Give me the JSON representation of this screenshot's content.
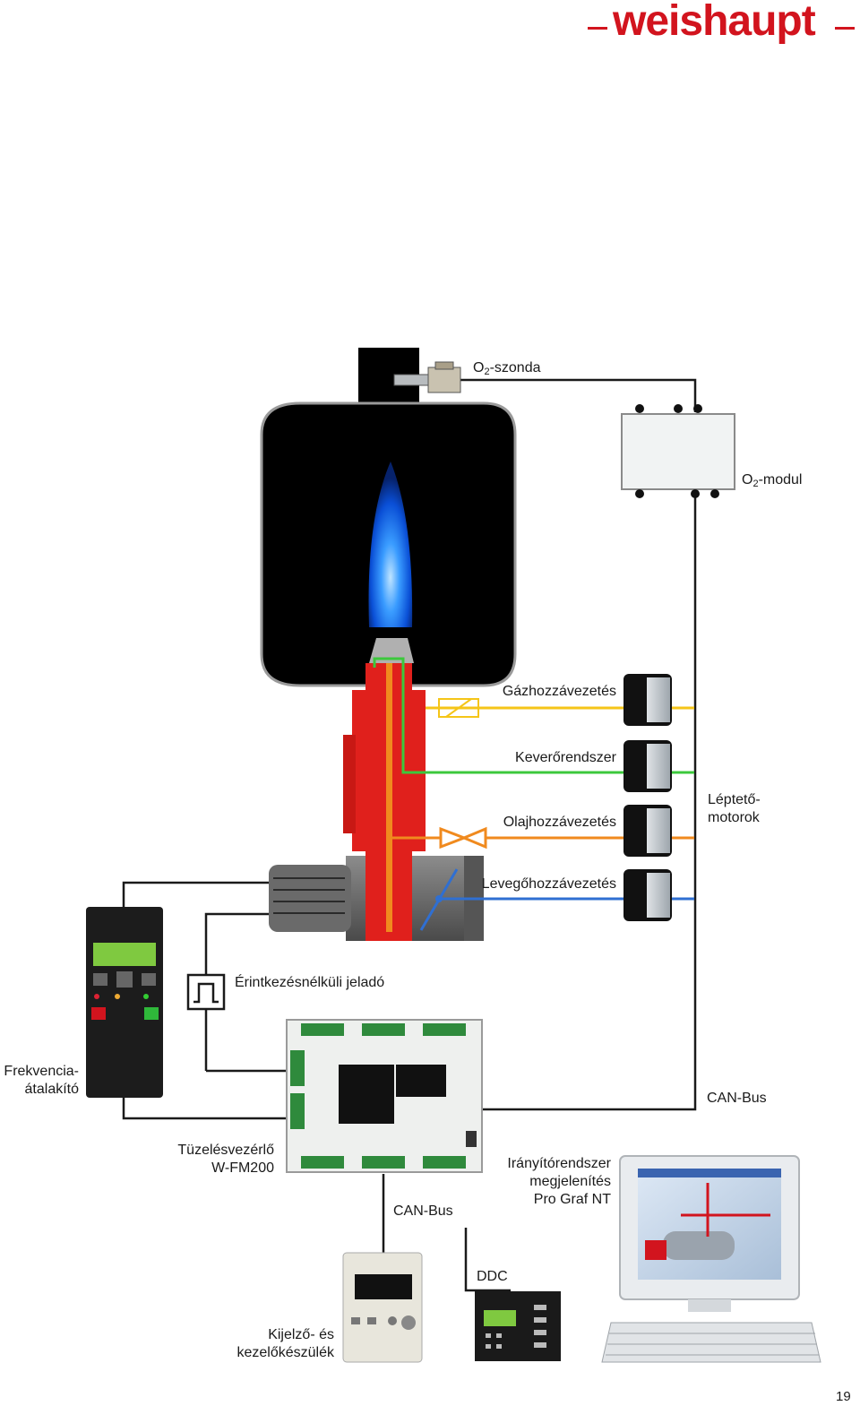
{
  "brand": {
    "name": "weishaupt",
    "color": "#d2141e"
  },
  "labels": {
    "o2_probe": "O",
    "o2_probe_sub": "2",
    "o2_probe_suffix": "-szonda",
    "o2_module": "O",
    "o2_module_sub": "2",
    "o2_module_suffix": "-modul",
    "gas_supply": "Gázhozzávezetés",
    "mixing_system": "Keverőrendszer",
    "oil_supply": "Olajhozzávezetés",
    "air_supply": "Levegőhozzávezetés",
    "stepper_motors_1": "Léptető-",
    "stepper_motors_2": "motorok",
    "contactless_encoder": "Érintkezésnélküli jeladó",
    "frequency_converter_1": "Frekvencia-",
    "frequency_converter_2": "átalakító",
    "can_bus_right": "CAN-Bus",
    "burner_controller_1": "Tüzelésvezérlő",
    "burner_controller_2": "W-FM200",
    "can_bus_bottom": "CAN-Bus",
    "control_system_1": "Irányítórendszer",
    "control_system_2": "megjelenítés",
    "control_system_3": "Pro Graf NT",
    "ddc": "DDC",
    "display_unit_1": "Kijelző- és",
    "display_unit_2": "kezelőkészülék"
  },
  "line_colors": {
    "gas": "#f5c518",
    "mixing": "#3cc83c",
    "oil": "#f08a1e",
    "air": "#2f6fd2",
    "signal": "#1a1a1a"
  },
  "page_number": "19"
}
